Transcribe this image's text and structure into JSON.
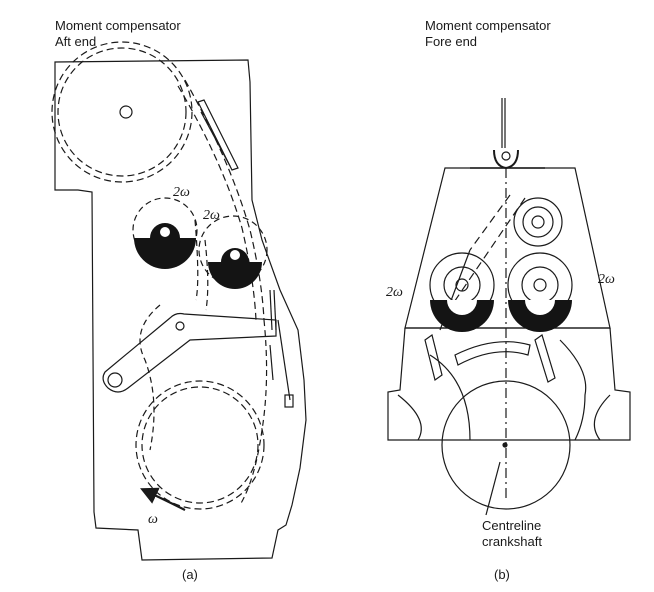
{
  "aft": {
    "title_line1": "Moment compensator",
    "title_line2": "Aft end",
    "caption": "(a)",
    "omega2_a": "2ω",
    "omega2_b": "2ω",
    "omega": "ω"
  },
  "fore": {
    "title_line1": "Moment compensator",
    "title_line2": "Fore end",
    "caption": "(b)",
    "omega2_left": "2ω",
    "omega2_right": "2ω",
    "centreline_line1": "Centreline",
    "centreline_line2": "crankshaft"
  }
}
